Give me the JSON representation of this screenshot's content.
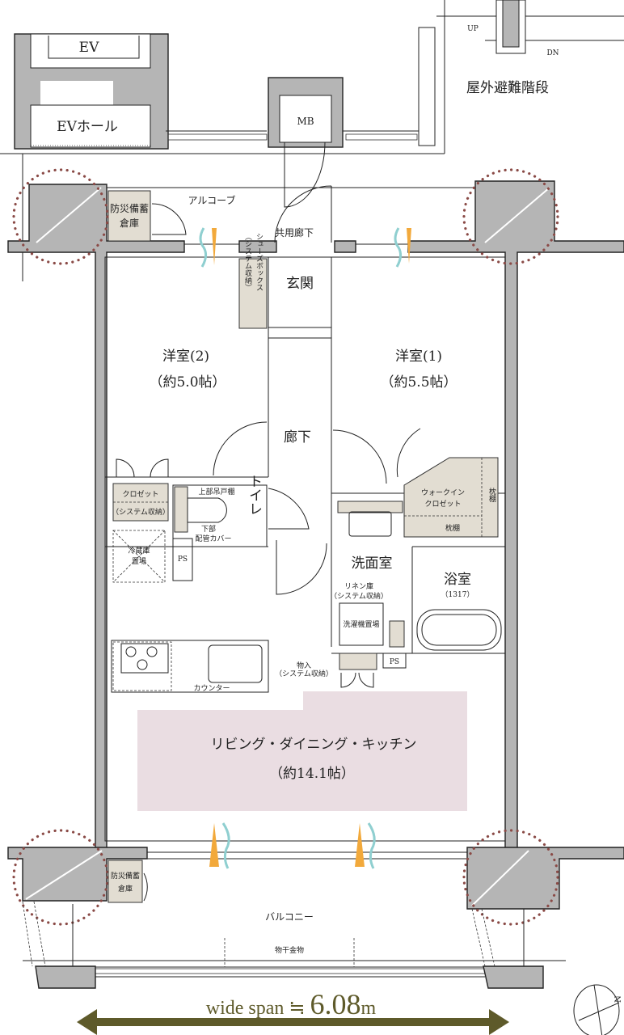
{
  "labels": {
    "ev": "EV",
    "ev_hall": "EVホール",
    "mb": "MB",
    "up": "UP",
    "dn": "DN",
    "outdoor_stairs": "屋外避難階段",
    "common_corridor": "共用廊下",
    "alcove": "アルコーブ",
    "disaster_storage_top_1": "防災備蓄",
    "disaster_storage_top_2": "倉庫",
    "shoe_box_1": "シューズボックス",
    "shoe_box_2": "（システム収納）",
    "entrance": "玄関",
    "western_room_2": "洋室(2)",
    "western_room_2_size": "（約5.0帖）",
    "western_room_1": "洋室(1)",
    "western_room_1_size": "（約5.5帖）",
    "hallway": "廊下",
    "closet": "クロゼット",
    "closet_sub": "（システム収納）",
    "upper_cabinet": "上部吊戸棚",
    "lower_pipe_1": "下部",
    "lower_pipe_2": "配管カバー",
    "toilet": "トイレ",
    "fridge_1": "冷蔵庫",
    "fridge_2": "置場",
    "ps": "PS",
    "walk_in_1": "ウォークイン",
    "walk_in_2": "クロゼット",
    "pillow_shelf": "枕棚",
    "washroom": "洗面室",
    "linen_1": "リネン庫",
    "linen_2": "（システム収納）",
    "washer": "洗濯機置場",
    "bathroom": "浴室",
    "bathroom_size": "（1317）",
    "storage_1": "物入",
    "storage_2": "（システム収納）",
    "counter": "カウンター",
    "ldk": "リビング・ダイニング・キッチン",
    "ldk_size": "（約14.1帖）",
    "disaster_storage_bottom_1": "防災備蓄",
    "disaster_storage_bottom_2": "倉庫",
    "balcony": "バルコニー",
    "laundry_hanger": "物干金物",
    "wide_span_prefix": "wide span ≒ ",
    "wide_span_value": "6.08",
    "wide_span_unit": "m",
    "north": "N"
  },
  "colors": {
    "wall": "#b5b5b5",
    "storage": "#e2ddd2",
    "ldk_highlight": "#eadde2",
    "dotted_circle": "#8a4a46",
    "ventilation_orange": "#f2a93b",
    "ventilation_teal": "#8fcfd0",
    "span_arrow": "#5e5a2a"
  }
}
